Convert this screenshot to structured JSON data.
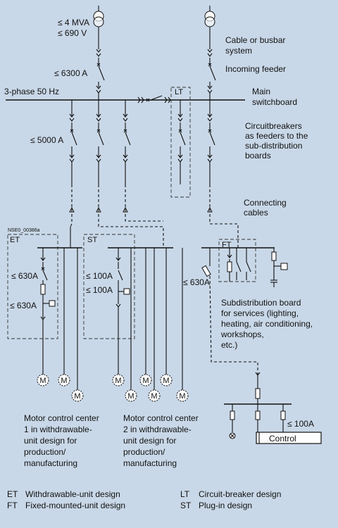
{
  "transformer": {
    "power": "≤ 4 MVA",
    "voltage": "≤ 690 V"
  },
  "labels": {
    "main_breaker": "≤ 6300 A",
    "busbar": "3-phase 50 Hz",
    "main_switchboard_1": "Main",
    "main_switchboard_2": "switchboard",
    "cable_1": "Cable or busbar",
    "cable_2": "system",
    "incoming": "Incoming feeder",
    "feeder_rating": "≤ 5000 A",
    "cb_1": "Circuitbreakers",
    "cb_2": "as feeders to the",
    "cb_3": "sub-distribution",
    "cb_4": "boards",
    "conn_1": "Connecting",
    "conn_2": "cables",
    "code": "NSE0_00386a",
    "lt_box": "LT",
    "et_box": "ET",
    "st_box": "ST",
    "ft_box": "FT",
    "et_r1": "≤ 630A",
    "et_r2": "≤ 630A",
    "st_r1": "≤ 100A",
    "st_r2": "≤ 100A",
    "ft_r": "≤ 630A",
    "sub_1": "Subdistribution board",
    "sub_2": "for services (lighting,",
    "sub_3": "heating, air conditioning,",
    "sub_4": "workshops,",
    "sub_5": "etc.)",
    "motor": "M",
    "ctrl_rating": "≤ 100A",
    "control": "Control",
    "mcc1_1": "Motor control center",
    "mcc1_2": "1 in withdrawable-",
    "mcc1_3": "unit design for",
    "mcc1_4": "production/",
    "mcc1_5": "manufacturing",
    "mcc2_1": "Motor control center",
    "mcc2_2": "2 in withdrawable-",
    "mcc2_3": "unit design for",
    "mcc2_4": "production/",
    "mcc2_5": "manufacturing"
  },
  "legend": [
    {
      "abbr": "ET",
      "text": "Withdrawable-unit design"
    },
    {
      "abbr": "FT",
      "text": "Fixed-mounted-unit design"
    },
    {
      "abbr": "LT",
      "text": "Circuit-breaker design"
    },
    {
      "abbr": "ST",
      "text": "Plug-in design"
    }
  ]
}
